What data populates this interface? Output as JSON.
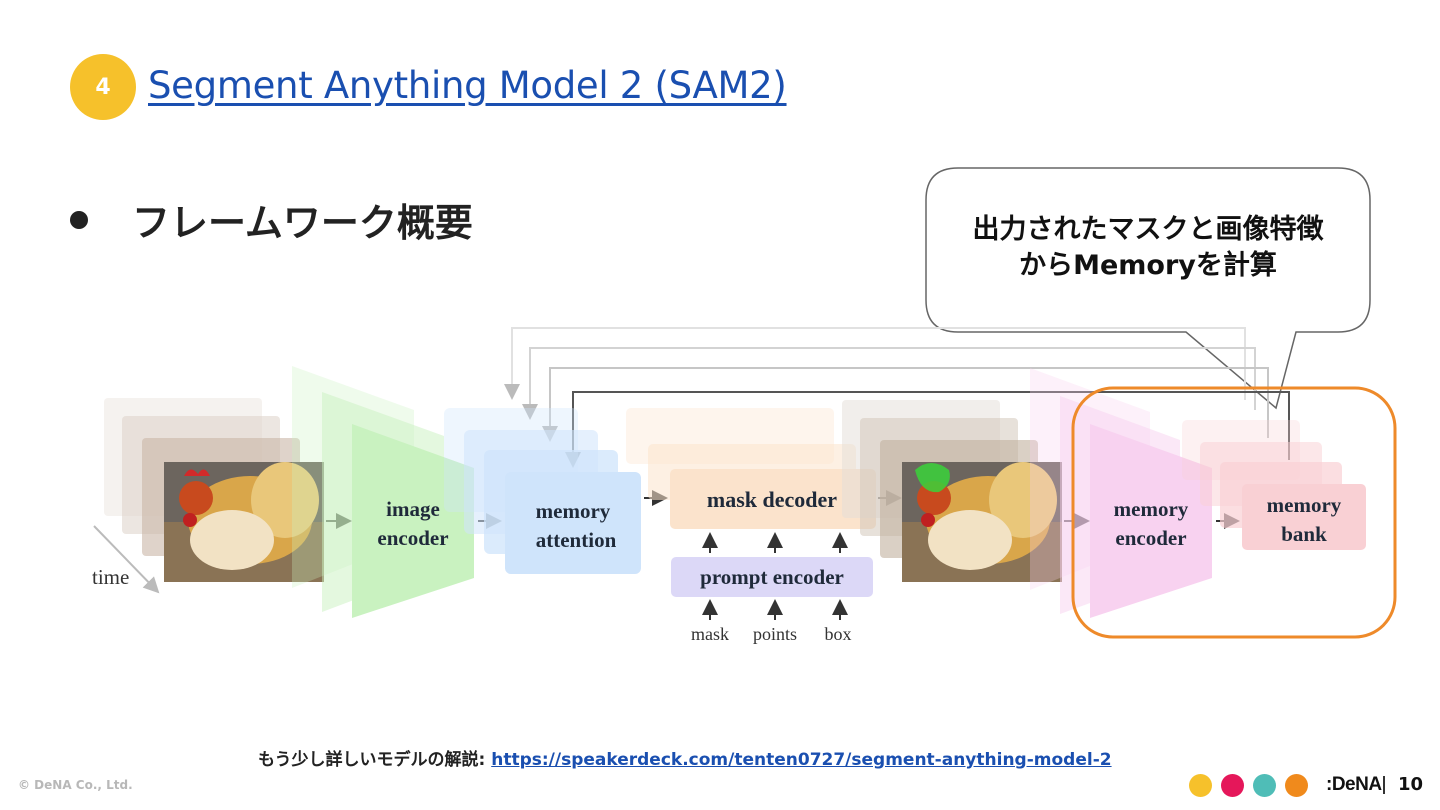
{
  "header": {
    "section_number": "4",
    "title": "Segment Anything Model 2 (SAM2)"
  },
  "bullet": {
    "text": "フレームワーク概要"
  },
  "callout": {
    "line1": "出力されたマスクと画像特徴",
    "line2": "からMemoryを計算"
  },
  "diagram": {
    "time_label": "time",
    "image_encoder": [
      "image",
      "encoder"
    ],
    "memory_attention": [
      "memory",
      "attention"
    ],
    "mask_decoder": "mask decoder",
    "prompt_encoder": "prompt encoder",
    "prompt_inputs": [
      "mask",
      "points",
      "box"
    ],
    "memory_encoder": [
      "memory",
      "encoder"
    ],
    "memory_bank": [
      "memory",
      "bank"
    ],
    "colors": {
      "image_encoder": "#c9f2c0",
      "memory_attention": "#cfe4fb",
      "mask_decoder": "#fbe3cc",
      "prompt_encoder": "#dcd8f7",
      "memory_encoder": "#f8d2f0",
      "memory_bank": "#f9d0d4",
      "highlight": "#ee8a2a"
    }
  },
  "footer": {
    "note_prefix": "もう少し詳しいモデルの解説: ",
    "link": "https://speakerdeck.com/tenten0727/segment-anything-model-2",
    "copyright": "© DeNA Co., Ltd.",
    "brand": ":DeNA",
    "page": "10",
    "dot_colors": [
      "#f6c12b",
      "#e5175a",
      "#4fbdb7",
      "#f08a1c"
    ]
  }
}
